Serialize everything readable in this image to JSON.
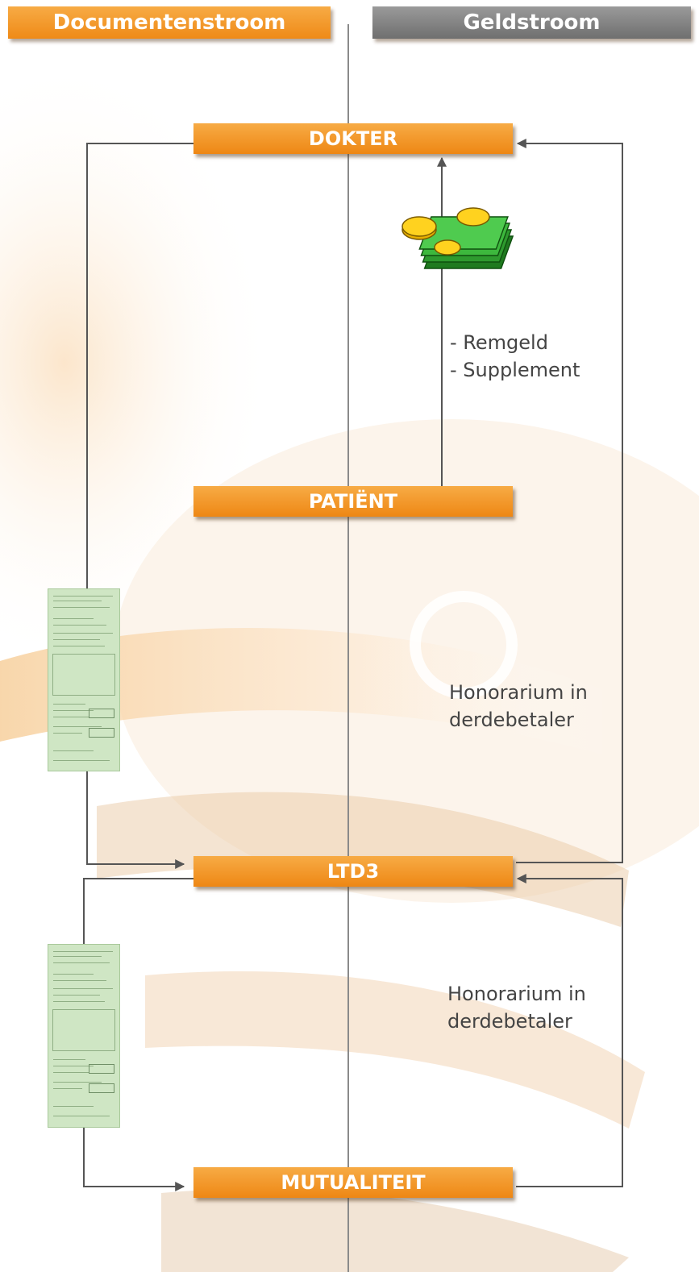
{
  "headers": {
    "document_flow": "Documentenstroom",
    "money_flow": "Geldstroom"
  },
  "nodes": {
    "doctor": "DOKTER",
    "patient": "PATIËNT",
    "ltd3": "LTD3",
    "mutuality": "MUTUALITEIT"
  },
  "labels": {
    "patient_payment": [
      "- Remgeld",
      "- Supplement"
    ],
    "fee_third_party_1": [
      "Honorarium in",
      "derdebetaler"
    ],
    "fee_third_party_2": [
      "Honorarium in",
      "derdebetaler"
    ]
  },
  "icons": {
    "money": "money-icon",
    "form": "form-document-icon"
  },
  "colors": {
    "orange": "#f29b2e",
    "gray_header": "#808080",
    "line": "#555555",
    "form_green": "#cfe6c4"
  }
}
